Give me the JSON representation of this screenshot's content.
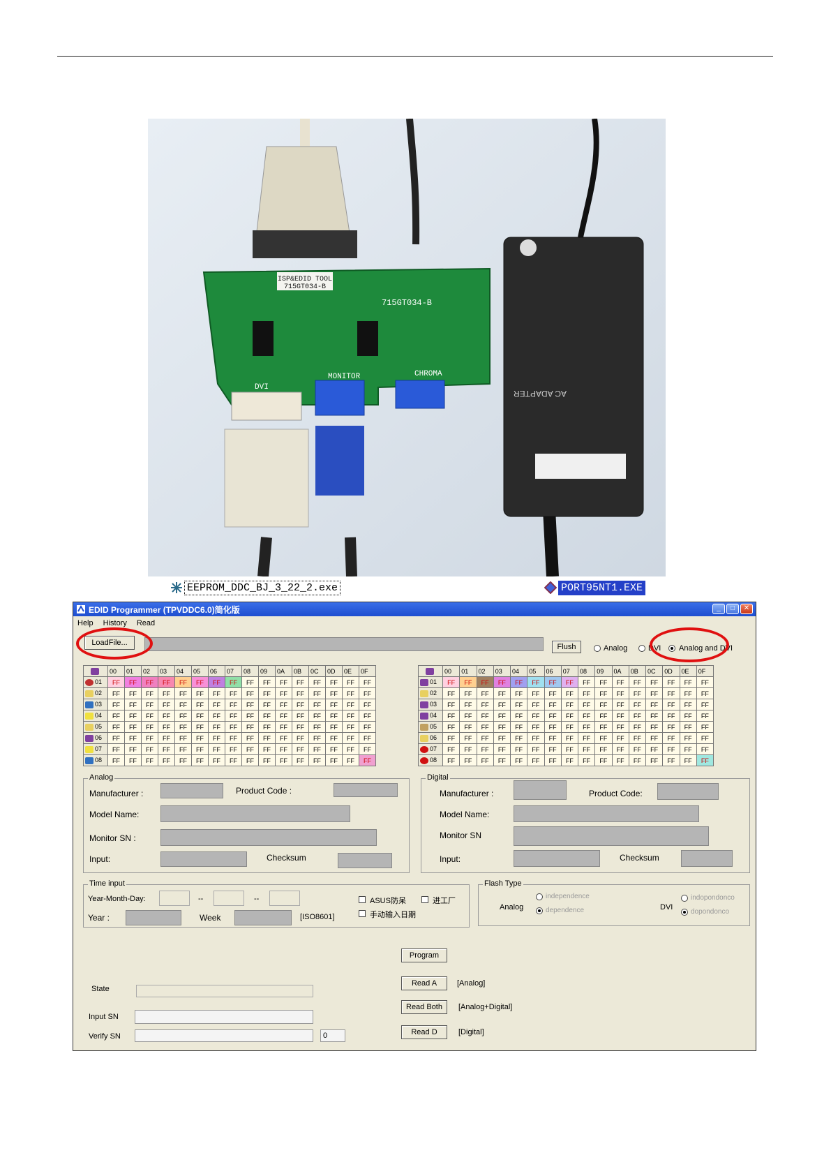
{
  "window": {
    "title": "EDID Programmer (TPVDDC6.0)简化版",
    "menu": [
      "Help",
      "History",
      "Read"
    ]
  },
  "desktop_icons": {
    "left": "EEPROM_DDC_BJ_3_22_2.exe",
    "right": "PORT95NT1.EXE"
  },
  "photo": {
    "board_label_line1": "ISP&EDID TOOL",
    "board_label_line2": "715GT034-B",
    "board_model": "715GT034-B",
    "port_dvi": "DVI",
    "port_monitor": "MONITOR",
    "port_chroma": "CHROMA",
    "adapter_text": "AC ADAPTER"
  },
  "toolbar": {
    "loadfile_label": "LoadFile...",
    "flush_label": "Flush",
    "radio_analog": "Analog",
    "radio_dvi": "DVI",
    "radio_both": "Analog and DVI",
    "selected": "Analog and DVI"
  },
  "grid": {
    "columns": [
      "00",
      "01",
      "02",
      "03",
      "04",
      "05",
      "06",
      "07",
      "08",
      "09",
      "0A",
      "0B",
      "0C",
      "0D",
      "0E",
      "0F"
    ],
    "rows": [
      "01",
      "02",
      "03",
      "04",
      "05",
      "06",
      "07",
      "08"
    ],
    "cell_value": "FF"
  },
  "colors": {
    "left_row1": [
      "#ffd0e0",
      "#f080e0",
      "#f080c0",
      "#f888b0",
      "#ffd090",
      "#f890d8",
      "#c080e0",
      "#90e0a8"
    ],
    "right_row1": [
      "#ffd0e0",
      "#ffd090",
      "#a08060",
      "#e080e0",
      "#a0a0f0",
      "#a0e0f0",
      "#a0c8f0",
      "#e0b0f0"
    ],
    "left_last": "#f0a0d0",
    "right_last": "#a0e8e0",
    "oval": "#e01010"
  },
  "analog": {
    "title": "Analog",
    "manufacturer": "Manufacturer :",
    "product_code": "Product Code :",
    "model_name": "Model Name:",
    "monitor_sn": "Monitor SN :",
    "input": "Input:",
    "checksum": "Checksum"
  },
  "digital": {
    "title": "Digital",
    "manufacturer": "Manufacturer :",
    "product_code": "Product Code:",
    "model_name": "Model Name:",
    "monitor_sn": "Monitor SN",
    "input": "Input:",
    "checksum": "Checksum"
  },
  "time_input": {
    "title": "Time input",
    "ymd_label": "Year-Month-Day:",
    "sep": "--",
    "year_label": "Year :",
    "week_label": "Week",
    "iso_label": "[ISO8601]",
    "asus": "ASUS防呆",
    "factory": "进工厂",
    "manual_date": "手动输入日期"
  },
  "flash_type": {
    "title": "Flash Type",
    "analog_label": "Analog",
    "dvi_label": "DVI",
    "independence": "independence",
    "dependence": "dependence",
    "dvi_independence": "indopondonco",
    "dvi_dependence": "dopondonco"
  },
  "bottom": {
    "program": "Program",
    "read_a": "Read A",
    "read_a_note": "[Analog]",
    "read_both": "Read Both",
    "read_both_note": "[Analog+Digital]",
    "read_d": "Read D",
    "read_d_note": "[Digital]",
    "state_label": "State",
    "input_sn_label": "Input SN",
    "verify_sn_label": "Verify SN",
    "verify_count": "0"
  }
}
